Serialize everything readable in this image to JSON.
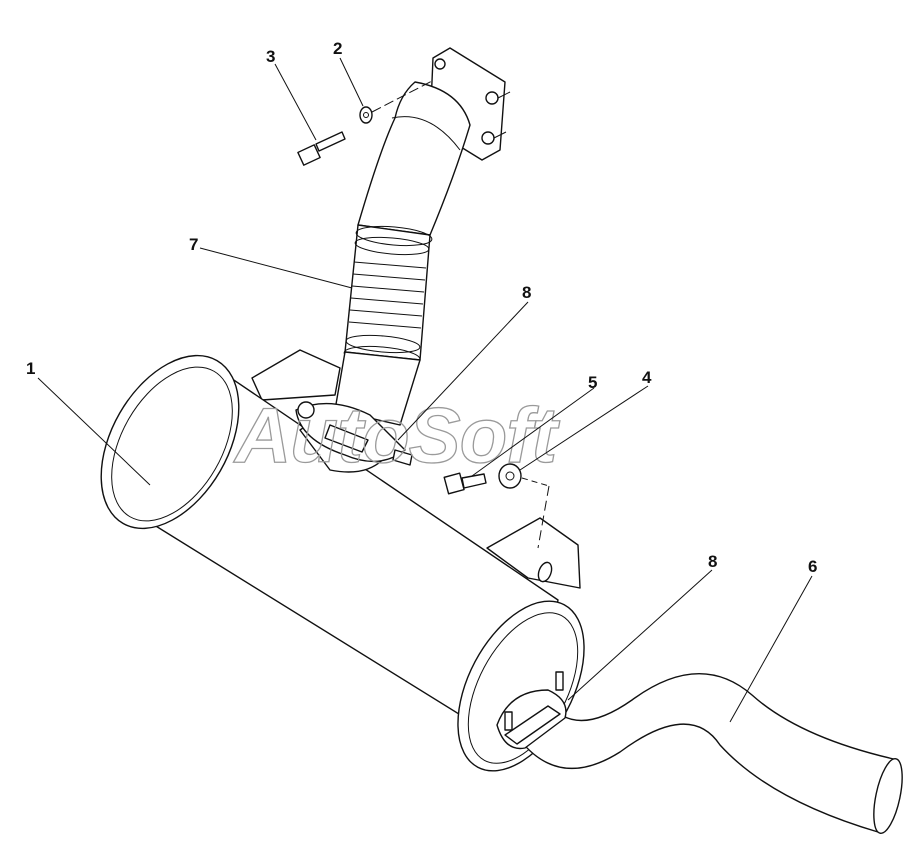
{
  "watermark": "AutoSoft",
  "callouts": [
    {
      "id": "muffler",
      "label": "1"
    },
    {
      "id": "washer-top",
      "label": "2"
    },
    {
      "id": "bolt-top",
      "label": "3"
    },
    {
      "id": "washer-side",
      "label": "4"
    },
    {
      "id": "bolt-side",
      "label": "5"
    },
    {
      "id": "tailpipe",
      "label": "6"
    },
    {
      "id": "flex-pipe",
      "label": "7"
    },
    {
      "id": "clamp-upper",
      "label": "8"
    },
    {
      "id": "clamp-lower",
      "label": "8"
    }
  ]
}
